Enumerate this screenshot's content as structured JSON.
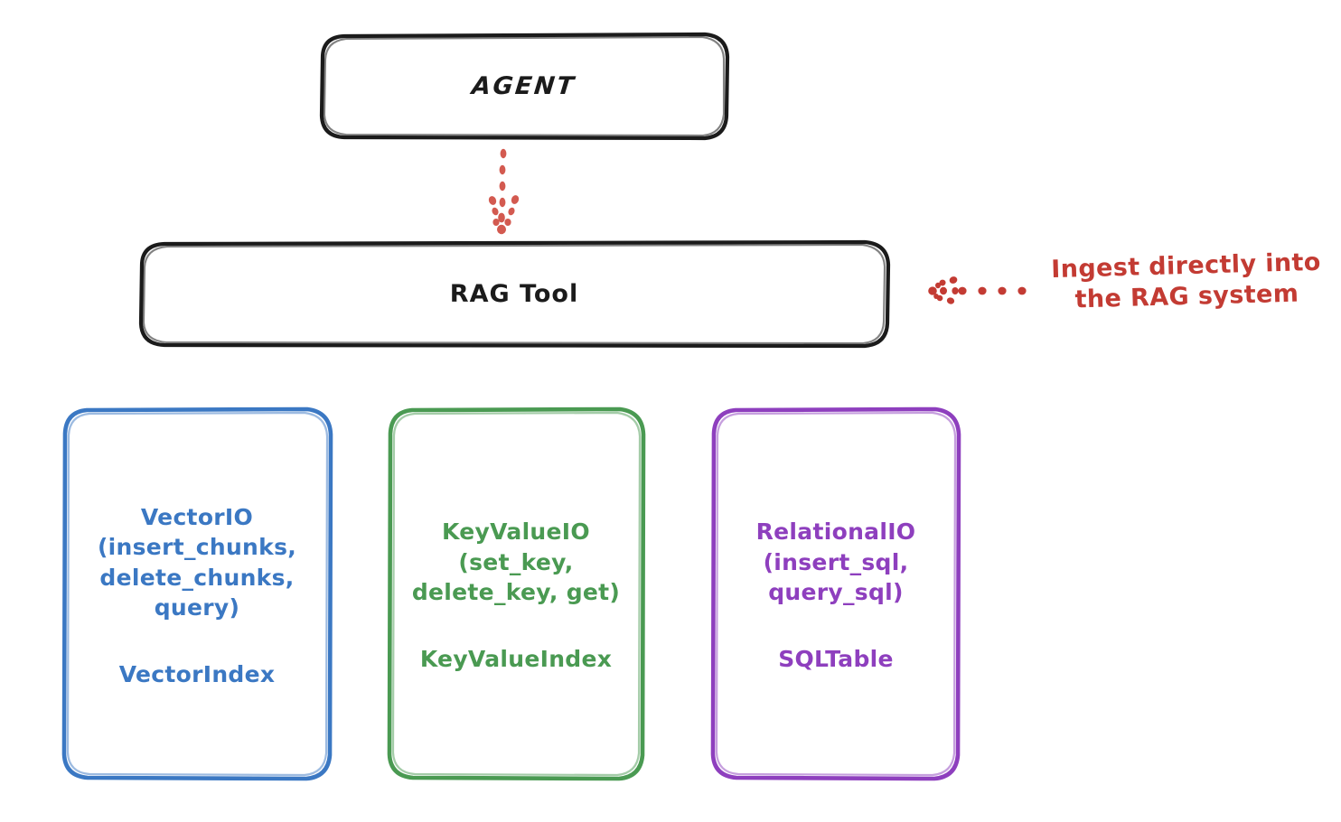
{
  "diagram": {
    "title": "RAG Tool architecture diagram",
    "background_color": "#ffffff",
    "style": "hand-drawn excalidraw sketch"
  },
  "nodes": {
    "agent": {
      "label": "AGENT",
      "stroke_color": "#1b1b1b",
      "text_color": "#1b1b1b"
    },
    "rag_tool": {
      "label": "RAG Tool",
      "stroke_color": "#1b1b1b",
      "text_color": "#1b1b1b"
    },
    "vector_io": {
      "label": "VectorIO\n(insert_chunks,\ndelete_chunks,\nquery)",
      "index_label": "VectorIndex",
      "stroke_color": "#3B78C3",
      "text_color": "#3B78C3"
    },
    "key_value_io": {
      "label": "KeyValueIO\n(set_key,\ndelete_key, get)",
      "index_label": "KeyValueIndex",
      "stroke_color": "#4A9A52",
      "text_color": "#4A9A52"
    },
    "relational_io": {
      "label": "RelationalIO\n(insert_sql,\nquery_sql)",
      "index_label": "SQLTable",
      "stroke_color": "#8E3FBE",
      "text_color": "#8E3FBE"
    }
  },
  "connectors": {
    "agent_to_rag_tool": {
      "style": "dotted",
      "direction": "down",
      "color": "#D35A50"
    },
    "ingest_arrow": {
      "style": "dotted",
      "direction": "left",
      "color": "#C33B33"
    }
  },
  "annotations": {
    "ingest_note": {
      "text": "Ingest directly into\nthe RAG system",
      "color": "#C33B33"
    }
  }
}
